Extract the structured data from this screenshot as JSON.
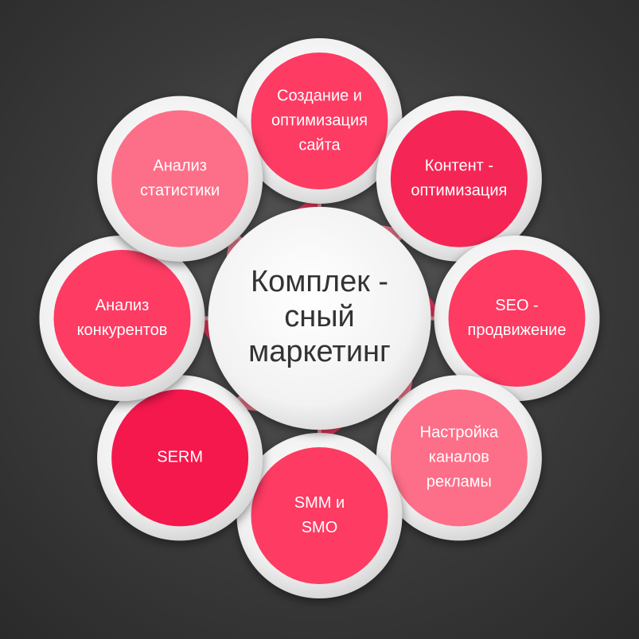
{
  "center": {
    "lines": [
      "Комплек -",
      "сный",
      "маркетинг"
    ]
  },
  "nodes": [
    {
      "id": "create-optimize-site",
      "lines": [
        "Создание и",
        "оптимизация",
        "сайта"
      ],
      "color": "#fd3b63"
    },
    {
      "id": "content-optimization",
      "lines": [
        "Контент -",
        "оптимизация"
      ],
      "color": "#f52655"
    },
    {
      "id": "seo-promotion",
      "lines": [
        "SEO -",
        "продвижение"
      ],
      "color": "#fd3b63"
    },
    {
      "id": "ad-channels",
      "lines": [
        "Настройка",
        "каналов",
        "рекламы"
      ],
      "color": "#fd6e88"
    },
    {
      "id": "smm-smo",
      "lines": [
        "SMM и",
        "SMO"
      ],
      "color": "#fd3b63"
    },
    {
      "id": "serm",
      "lines": [
        "SERM"
      ],
      "color": "#f5184d"
    },
    {
      "id": "competitor-analysis",
      "lines": [
        "Анализ",
        "конкурентов"
      ],
      "color": "#fd3b63"
    },
    {
      "id": "stats-analysis",
      "lines": [
        "Анализ",
        "статистики"
      ],
      "color": "#fd6e88"
    }
  ],
  "colors": {
    "petal_dark": "#f53a60",
    "petal_light": "#fd7f96",
    "ring": "#eeeeee",
    "connector": "#ff9fb1"
  }
}
